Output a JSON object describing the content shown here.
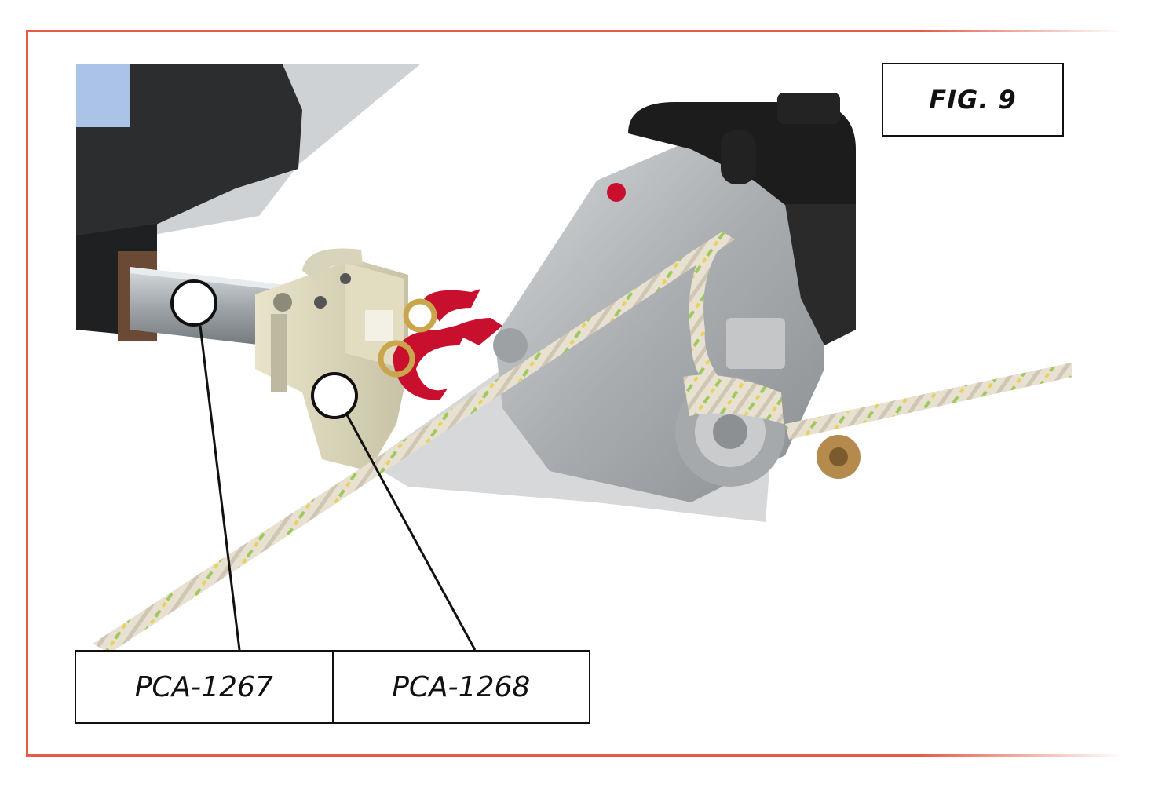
{
  "figure": {
    "label": "FIG. 9"
  },
  "parts": [
    {
      "code": "PCA-1267"
    },
    {
      "code": "PCA-1268"
    }
  ],
  "colors": {
    "frame": "#e35d47",
    "hook": "#c8102e",
    "rope": "#e6ded0",
    "winch": "#b9bcbe",
    "engine": "#1c1c1c"
  }
}
